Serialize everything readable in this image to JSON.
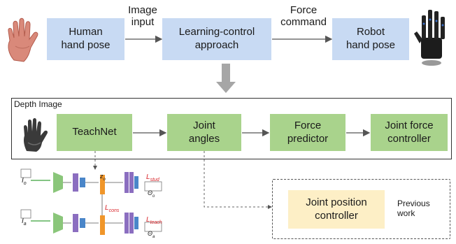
{
  "top_row": {
    "human_pose": "Human\nhand pose",
    "learning_control": "Learning-control\napproach",
    "robot_pose": "Robot\nhand pose",
    "image_input_label": "Image\ninput",
    "force_command_label": "Force\ncommand"
  },
  "pipeline": {
    "frame_title": "Depth Image",
    "teachnet": "TeachNet",
    "joint_angles": "Joint\nangles",
    "force_predictor": "Force\npredictor",
    "joint_force_controller": "Joint force\ncontroller"
  },
  "previous": {
    "joint_position_controller": "Joint position\ncontroller",
    "label": "Previous\nwork"
  },
  "network": {
    "input_top": "I",
    "input_top_sub": "o",
    "input_bottom": "I",
    "input_bottom_sub": "a",
    "z_label": "z",
    "z_sub": "o",
    "l_stud": "L",
    "l_stud_sub": "stud",
    "l_cons": "L",
    "l_cons_sub": "cons",
    "l_teach": "L",
    "l_teach_sub": "teach",
    "theta_top": "Θ",
    "theta_top_sub": "o",
    "theta_bottom": "Θ",
    "theta_bottom_sub": "a"
  },
  "colors": {
    "blue_box": "#c8daf3",
    "green_box": "#a9d38c",
    "yellow_box": "#fdefc6",
    "loss_red": "#d9262c"
  }
}
